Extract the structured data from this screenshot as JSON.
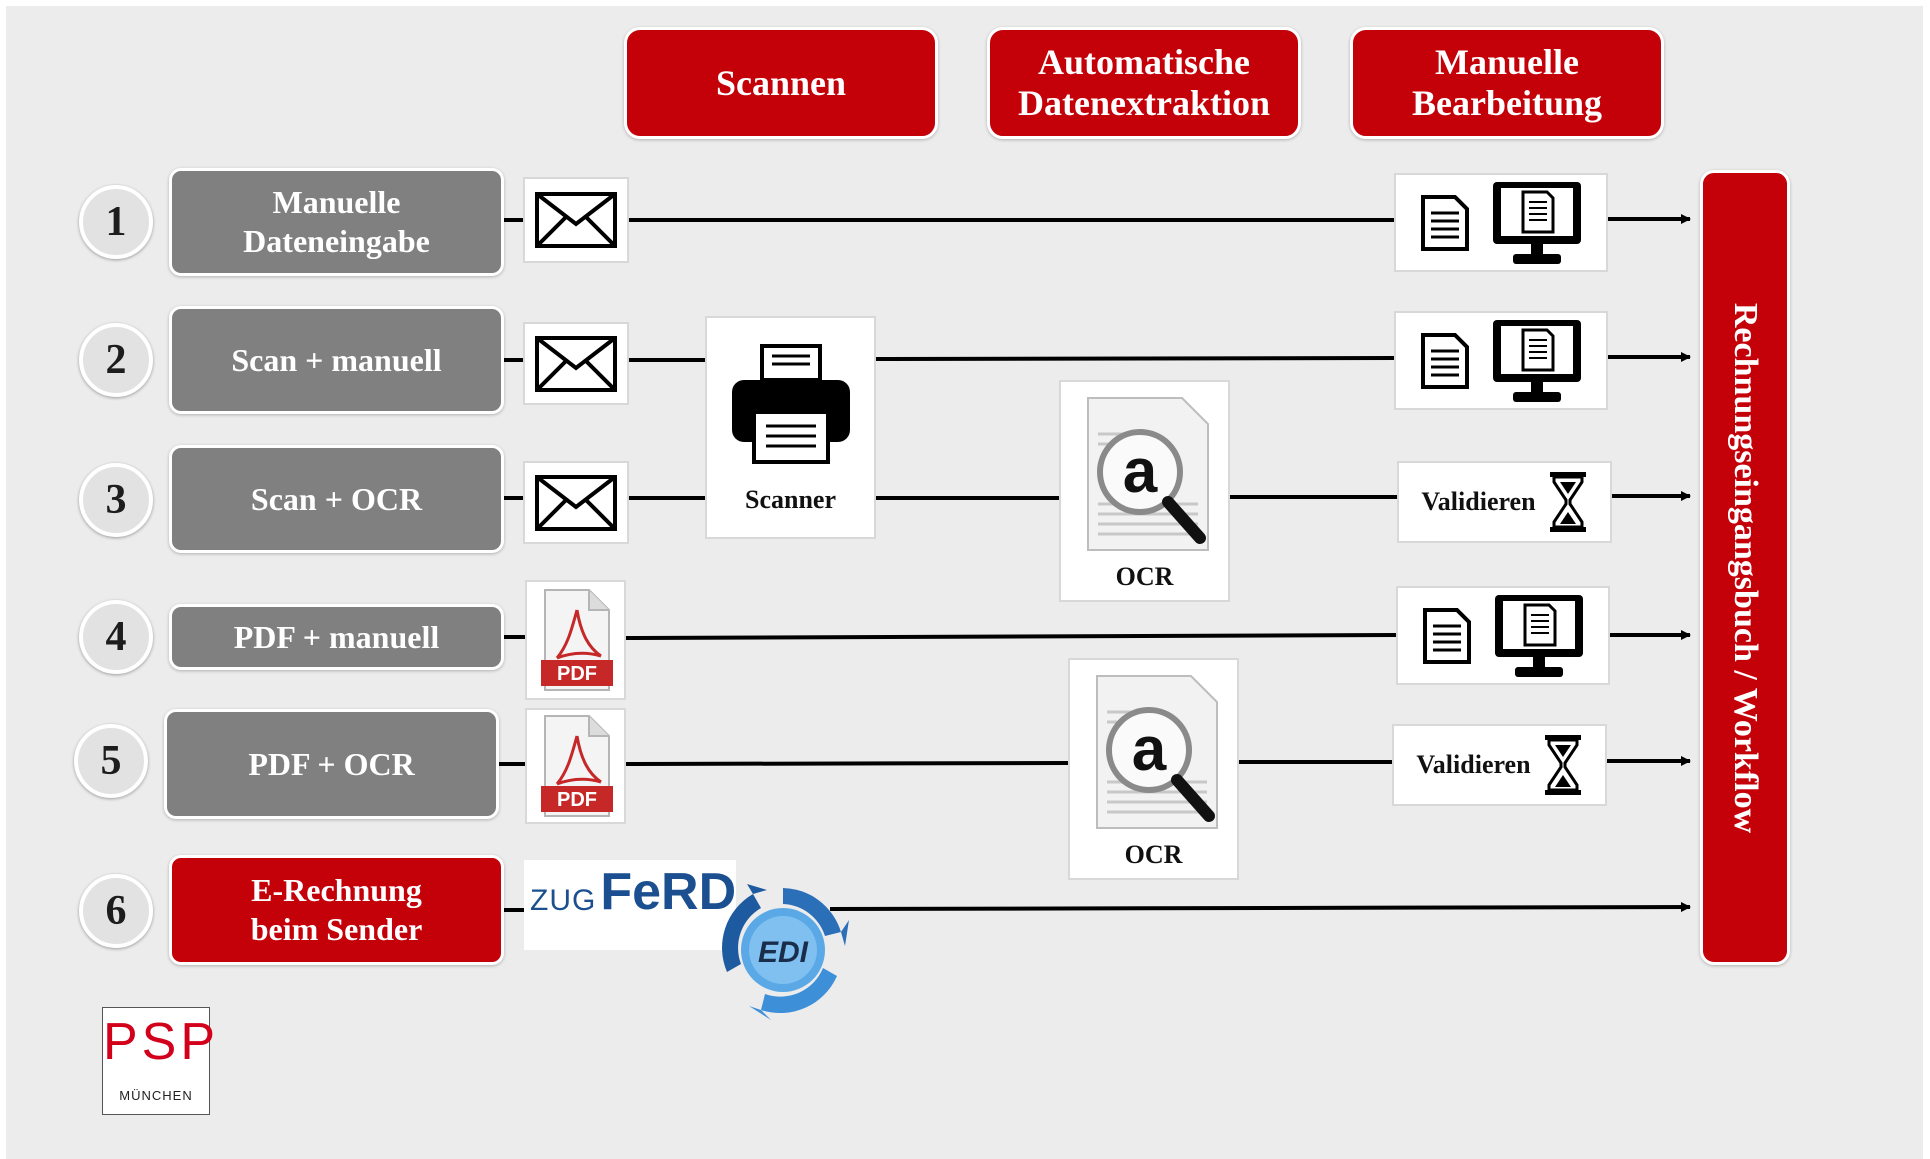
{
  "colors": {
    "accent_red": "#c40009",
    "label_gray": "#808080",
    "background": "#ececec"
  },
  "columns": [
    {
      "label": "Scannen"
    },
    {
      "label": "Automatische\nDatenextraktion"
    },
    {
      "label": "Manuelle\nBearbeitung"
    }
  ],
  "rows": [
    {
      "number": "1",
      "label": "Manuelle\nDateneingabe",
      "input_icon": "envelope-icon",
      "output": "document-and-monitor-icons"
    },
    {
      "number": "2",
      "label": "Scan + manuell",
      "input_icon": "envelope-icon",
      "output": "document-and-monitor-icons"
    },
    {
      "number": "3",
      "label": "Scan + OCR",
      "input_icon": "envelope-icon",
      "output_label": "Validieren",
      "output": "hourglass-icon"
    },
    {
      "number": "4",
      "label": "PDF + manuell",
      "input_icon": "pdf-icon",
      "output": "document-and-monitor-icons"
    },
    {
      "number": "5",
      "label": "PDF + OCR",
      "input_icon": "pdf-icon",
      "output_label": "Validieren",
      "output": "hourglass-icon"
    },
    {
      "number": "6",
      "label": "E-Rechnung\nbeim Sender",
      "input_icon": "zugferd-edi-logo"
    }
  ],
  "scanner": {
    "label": "Scanner",
    "icon": "printer-icon"
  },
  "ocr_boxes": [
    {
      "label": "OCR",
      "icon": "ocr-magnifier-icon"
    },
    {
      "label": "OCR",
      "icon": "ocr-magnifier-icon"
    }
  ],
  "sidebar": {
    "label": "Rechnungseingangsbuch / Workflow"
  },
  "logos": {
    "zugferd": {
      "text_zug": "ZUG",
      "text_ferd": "FeRD"
    },
    "edi": {
      "text": "EDI"
    },
    "psp": {
      "main": "PSP",
      "sub": "MÜNCHEN"
    }
  }
}
